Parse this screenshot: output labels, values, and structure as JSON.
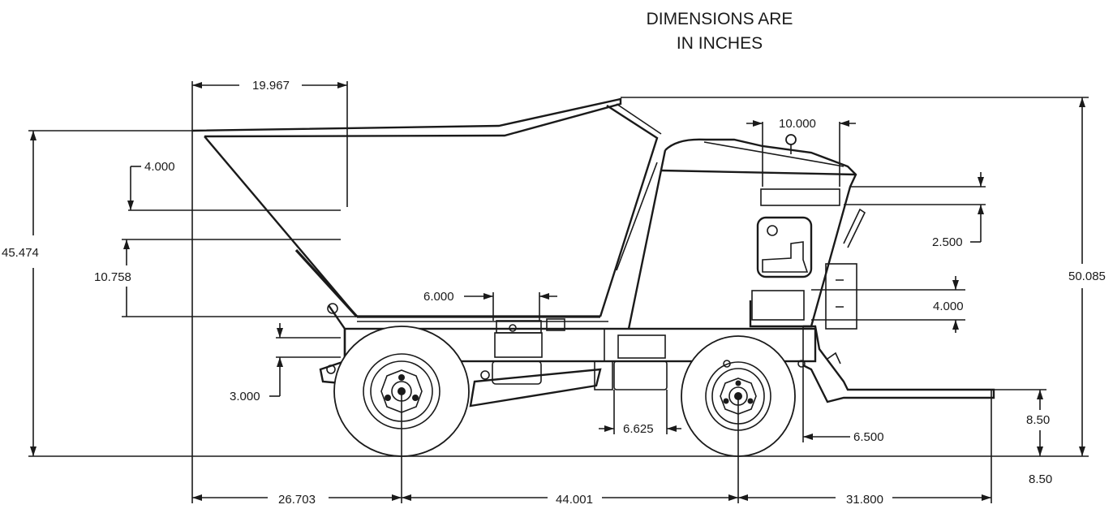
{
  "note": {
    "line1": "DIMENSIONS ARE",
    "line2": "IN INCHES"
  },
  "dimensions": {
    "hopper_top_width": "19.967",
    "overall_height_left": "45.474",
    "hopper_lip": "4.000",
    "hopper_wall": "10.758",
    "frame_offset": "3.000",
    "center_gap": "6.000",
    "engine_width": "10.000",
    "engine_step": "2.500",
    "tank_height": "4.000",
    "bracket_width": "6.625",
    "rear_offset": "6.500",
    "overall_height_right": "50.085",
    "step_height": "8.50",
    "ground_clearance": "8.50",
    "front_overhang": "26.703",
    "wheelbase": "44.001",
    "rear_overhang": "31.800"
  }
}
